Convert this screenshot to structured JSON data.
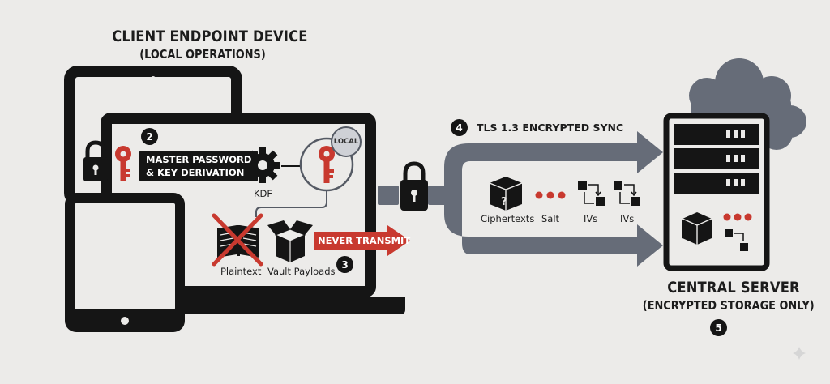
{
  "client": {
    "title": "CLIENT ENDPOINT DEVICE",
    "subtitle": "(LOCAL OPERATIONS)"
  },
  "steps": {
    "two": "2",
    "three": "3",
    "four": "4",
    "five": "5"
  },
  "master_password": {
    "line1": "MASTER PASSWORD",
    "line2": "& KEY DERIVATION"
  },
  "kdf_label": "KDF",
  "local_badge": "LOCAL",
  "plaintext_label": "Plaintext",
  "vault_label": "Vault Payloads",
  "never_transmit": "NEVER TRANSMIT",
  "tls_label": "TLS 1.3 ENCRYPTED SYNC",
  "payload_labels": {
    "ciphertexts": "Ciphertexts",
    "salt": "Salt",
    "ivs_1": "IVs",
    "ivs_2": "IVs"
  },
  "server": {
    "title": "CENTRAL SERVER",
    "subtitle": "(ENCRYPTED STORAGE ONLY)"
  },
  "colors": {
    "accent_red": "#c8392f",
    "pipe_gray": "#666c78",
    "dark": "#151515"
  }
}
